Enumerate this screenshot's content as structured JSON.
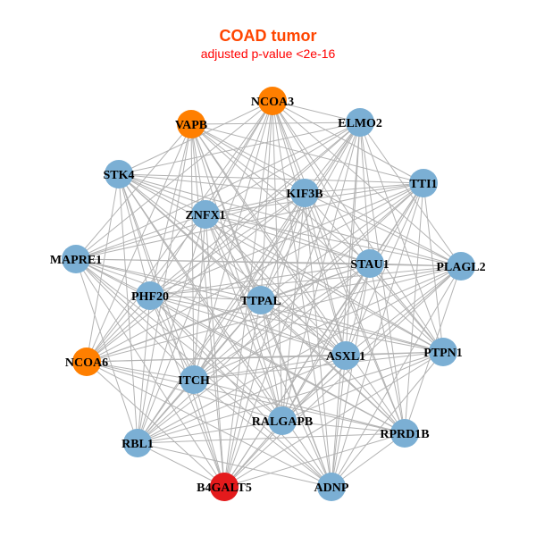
{
  "title": "COAD tumor",
  "subtitle": "adjusted p-value <2e-16",
  "colors": {
    "blue": "#7BAFD4",
    "orange": "#FF7F00",
    "red": "#E41A1C",
    "edge": "#B3B3B3"
  },
  "nodes": [
    {
      "name": "NCOA3",
      "group": "orange"
    },
    {
      "name": "VAPB",
      "group": "orange"
    },
    {
      "name": "ELMO2",
      "group": "blue"
    },
    {
      "name": "STK4",
      "group": "blue"
    },
    {
      "name": "TTI1",
      "group": "blue"
    },
    {
      "name": "KIF3B",
      "group": "blue"
    },
    {
      "name": "ZNFX1",
      "group": "blue"
    },
    {
      "name": "MAPRE1",
      "group": "blue"
    },
    {
      "name": "STAU1",
      "group": "blue"
    },
    {
      "name": "PLAGL2",
      "group": "blue"
    },
    {
      "name": "PHF20",
      "group": "blue"
    },
    {
      "name": "TTPAL",
      "group": "blue"
    },
    {
      "name": "NCOA6",
      "group": "orange"
    },
    {
      "name": "ASXL1",
      "group": "blue"
    },
    {
      "name": "PTPN1",
      "group": "blue"
    },
    {
      "name": "ITCH",
      "group": "blue"
    },
    {
      "name": "RALGAPB",
      "group": "blue"
    },
    {
      "name": "RPRD1B",
      "group": "blue"
    },
    {
      "name": "RBL1",
      "group": "blue"
    },
    {
      "name": "B4GALT5",
      "group": "red"
    },
    {
      "name": "ADNP",
      "group": "blue"
    }
  ],
  "edges_excluded": [
    [
      0,
      1
    ],
    [
      2,
      4
    ],
    [
      3,
      7
    ],
    [
      9,
      14
    ],
    [
      12,
      18
    ],
    [
      19,
      20
    ],
    [
      5,
      8
    ],
    [
      6,
      10
    ],
    [
      13,
      17
    ],
    [
      15,
      16
    ],
    [
      1,
      3
    ],
    [
      7,
      12
    ],
    [
      4,
      9
    ],
    [
      14,
      17
    ],
    [
      16,
      20
    ]
  ]
}
